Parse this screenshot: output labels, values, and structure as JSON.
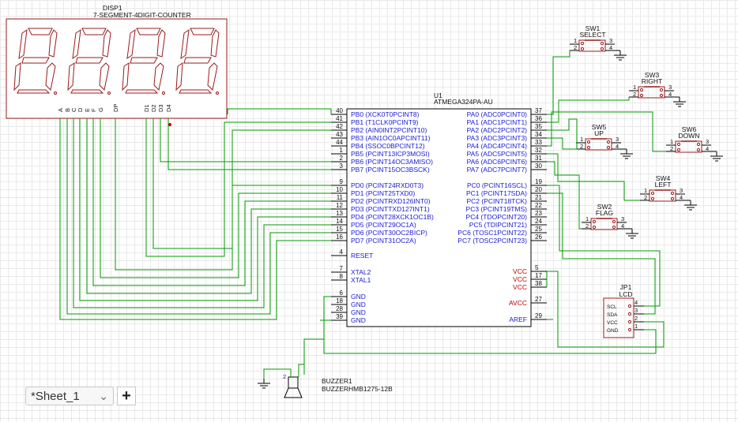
{
  "colors": {
    "wire": "#009a00",
    "part": "#9b1b1b",
    "pin": "#1a1ad6",
    "text": "#111111"
  },
  "disp1": {
    "ref": "DISP1",
    "value": "7-SEGMENT-4DIGIT-COUNTER",
    "pins": [
      "A",
      "B",
      "C",
      "D",
      "E",
      "F",
      "G",
      "DP",
      "D1",
      "D2",
      "D3",
      "D4"
    ]
  },
  "u1": {
    "ref": "U1",
    "value": "ATMEGA324PA-AU",
    "left_pins": [
      {
        "num": "40",
        "name": "PB0 (XCK0T0PCINT8)"
      },
      {
        "num": "41",
        "name": "PB1 (T1CLK0PCINT9)"
      },
      {
        "num": "42",
        "name": "PB2 (AIN0INT2PCINT10)"
      },
      {
        "num": "43",
        "name": "PB3 (AIN1OC0APCINT11)"
      },
      {
        "num": "44",
        "name": "PB4 (SSOC0BPCINT12)"
      },
      {
        "num": "1",
        "name": "PB5 (PCINT13ICP3MOSI)"
      },
      {
        "num": "2",
        "name": "PB6 (PCINT14OC3AMISO)"
      },
      {
        "num": "3",
        "name": "PB7 (PCINT15OC3BSCK)"
      },
      {
        "num": "9",
        "name": "PD0 (PCINT24RXD0T3)"
      },
      {
        "num": "10",
        "name": "PD1 (PCINT25TXD0)"
      },
      {
        "num": "11",
        "name": "PD2 (PCINTRXD126INT0)"
      },
      {
        "num": "12",
        "name": "PD3 (PCINTTXD127INT1)"
      },
      {
        "num": "13",
        "name": "PD4 (PCINT28XCK1OC1B)"
      },
      {
        "num": "14",
        "name": "PD5 (PCINT29OC1A)"
      },
      {
        "num": "15",
        "name": "PD6 (PCINT30OC2BICP)"
      },
      {
        "num": "16",
        "name": "PD7 (PCINT31OC2A)"
      },
      {
        "num": "4",
        "name": "RESET"
      },
      {
        "num": "7",
        "name": "XTAL2"
      },
      {
        "num": "8",
        "name": "XTAL1"
      },
      {
        "num": "6",
        "name": "GND"
      },
      {
        "num": "18",
        "name": "GND"
      },
      {
        "num": "28",
        "name": "GND"
      },
      {
        "num": "39",
        "name": "GND"
      }
    ],
    "right_pins": [
      {
        "num": "37",
        "name": "PA0 (ADC0PCINT0)"
      },
      {
        "num": "36",
        "name": "PA1 (ADC1PCINT1)"
      },
      {
        "num": "35",
        "name": "PA2 (ADC2PCINT2)"
      },
      {
        "num": "34",
        "name": "PA3 (ADC3PCINT3)"
      },
      {
        "num": "33",
        "name": "PA4 (ADC4PCINT4)"
      },
      {
        "num": "32",
        "name": "PA5 (ADC5PCINT5)"
      },
      {
        "num": "31",
        "name": "PA6 (ADC6PCINT6)"
      },
      {
        "num": "30",
        "name": "PA7 (ADC7PCINT7)"
      },
      {
        "num": "19",
        "name": "PC0 (PCINT16SCL)"
      },
      {
        "num": "20",
        "name": "PC1 (PCINT17SDA)"
      },
      {
        "num": "21",
        "name": "PC2 (PCINT18TCK)"
      },
      {
        "num": "22",
        "name": "PC3 (PCINT19TMS)"
      },
      {
        "num": "23",
        "name": "PC4 (TDOPCINT20)"
      },
      {
        "num": "24",
        "name": "PC5 (TDIPCINT21)"
      },
      {
        "num": "25",
        "name": "PC6 (TOSC1PCINT22)"
      },
      {
        "num": "26",
        "name": "PC7 (TOSC2PCINT23)"
      },
      {
        "num": "5",
        "name": "VCC"
      },
      {
        "num": "17",
        "name": "VCC"
      },
      {
        "num": "38",
        "name": "VCC"
      },
      {
        "num": "27",
        "name": "AVCC"
      },
      {
        "num": "29",
        "name": "AREF"
      }
    ]
  },
  "switches": [
    {
      "ref": "SW1",
      "value": "SELECT"
    },
    {
      "ref": "SW3",
      "value": "RIGHT"
    },
    {
      "ref": "SW5",
      "value": "UP"
    },
    {
      "ref": "SW6",
      "value": "DOWN"
    },
    {
      "ref": "SW4",
      "value": "LEFT"
    },
    {
      "ref": "SW2",
      "value": "FLAG"
    }
  ],
  "switch_pins": [
    "1",
    "2",
    "3",
    "4"
  ],
  "jp1": {
    "ref": "JP1",
    "value": "LCD",
    "pins": [
      "SCL",
      "SDA",
      "VCC",
      "GND"
    ],
    "nums": [
      "4",
      "3",
      "2",
      "1"
    ]
  },
  "buzzer": {
    "ref": "BUZZER1",
    "value": "BUZZERHMB1275-12B",
    "pin_label": "2"
  },
  "tabs": {
    "active": "*Sheet_1",
    "close": "⌄",
    "add": "+"
  }
}
